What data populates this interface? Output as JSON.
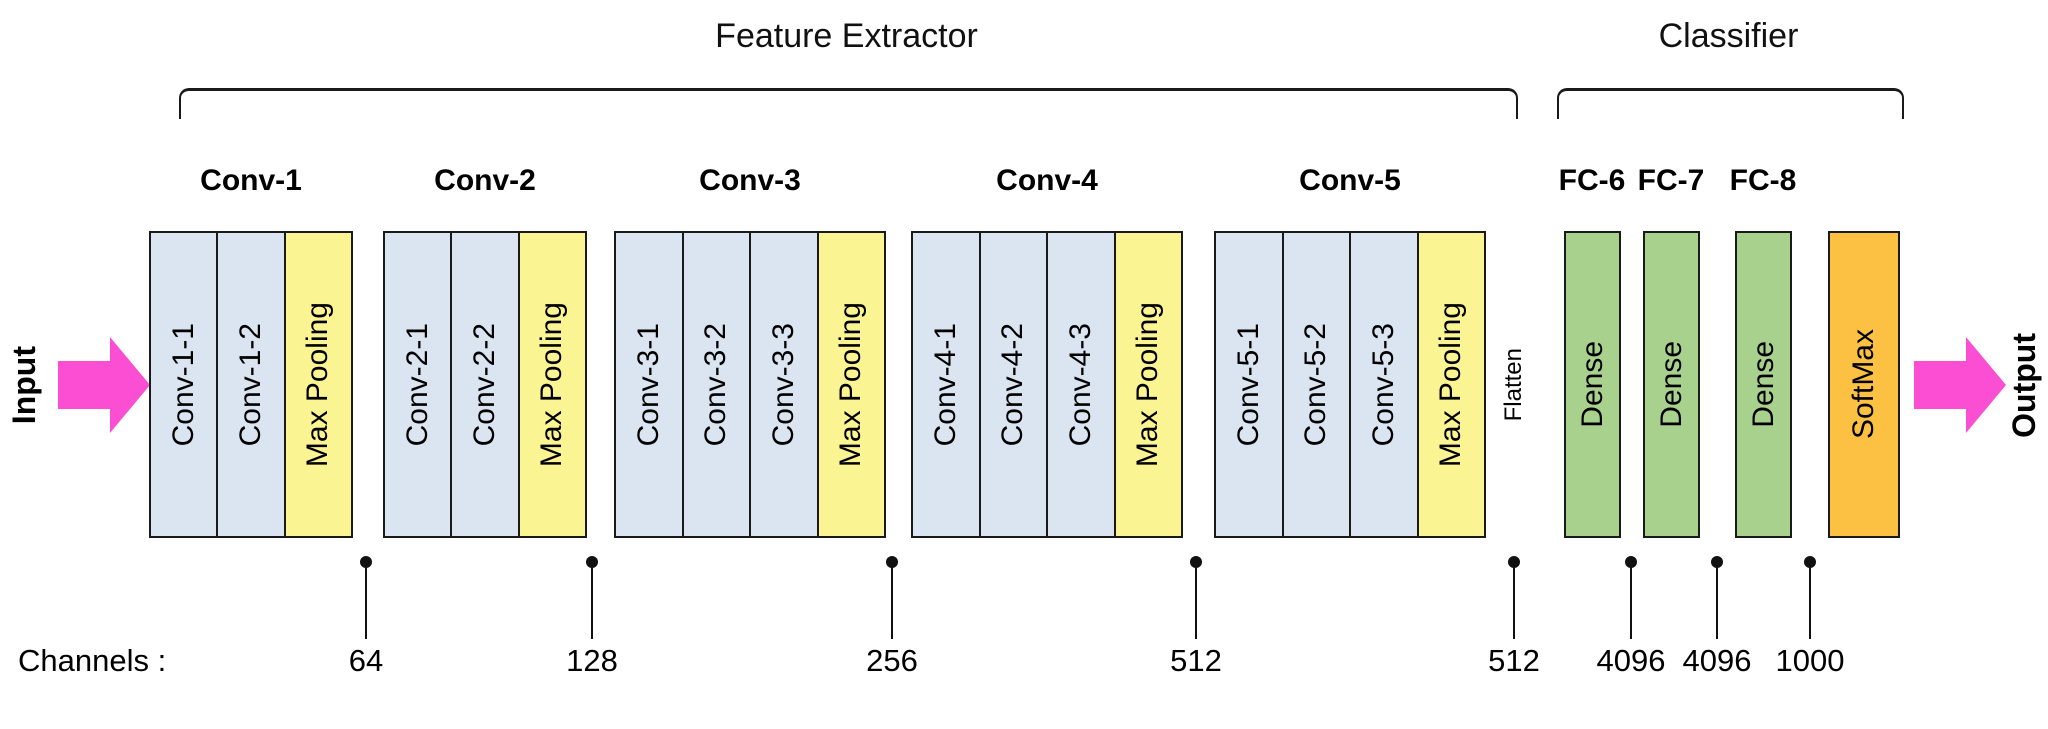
{
  "titles": {
    "feature_extractor": "Feature Extractor",
    "classifier": "Classifier"
  },
  "input_label": "Input",
  "output_label": "Output",
  "groups": [
    {
      "label": "Conv-1",
      "layers": [
        "Conv-1-1",
        "Conv-1-2"
      ],
      "pool": "Max Pooling"
    },
    {
      "label": "Conv-2",
      "layers": [
        "Conv-2-1",
        "Conv-2-2"
      ],
      "pool": "Max Pooling"
    },
    {
      "label": "Conv-3",
      "layers": [
        "Conv-3-1",
        "Conv-3-2",
        "Conv-3-3"
      ],
      "pool": "Max Pooling"
    },
    {
      "label": "Conv-4",
      "layers": [
        "Conv-4-1",
        "Conv-4-2",
        "Conv-4-3"
      ],
      "pool": "Max Pooling"
    },
    {
      "label": "Conv-5",
      "layers": [
        "Conv-5-1",
        "Conv-5-2",
        "Conv-5-3"
      ],
      "pool": "Max Pooling"
    }
  ],
  "flatten_label": "Flatten",
  "fc_blocks": [
    {
      "label": "FC-6",
      "layer": "Dense"
    },
    {
      "label": "FC-7",
      "layer": "Dense"
    },
    {
      "label": "FC-8",
      "layer": "Dense"
    }
  ],
  "softmax_label": "SoftMax",
  "channels": {
    "caption": "Channels :",
    "values": [
      "64",
      "128",
      "256",
      "512",
      "512",
      "4096",
      "4096",
      "1000"
    ]
  },
  "colors": {
    "conv_block": "#dbe5f1",
    "max_pooling_block": "#fbf492",
    "dense_block": "#a9d18e",
    "softmax_block": "#fcc143",
    "io_arrow": "#fb4ed3",
    "line": "#1a1a1a"
  }
}
